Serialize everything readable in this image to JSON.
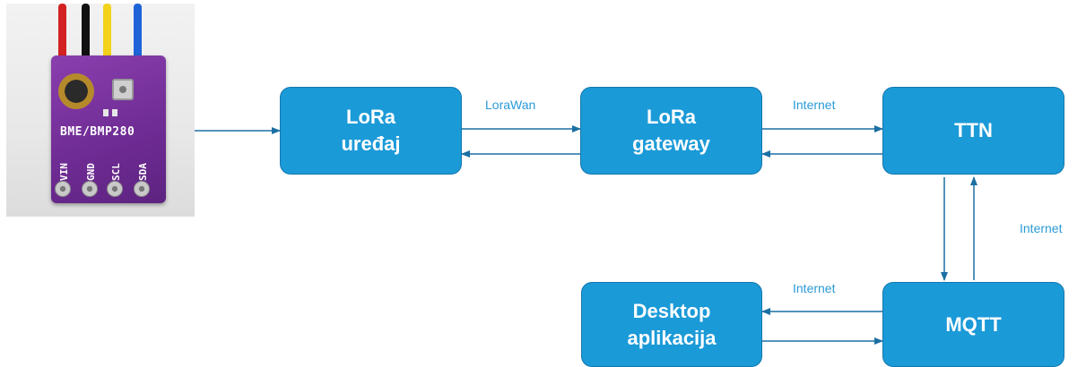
{
  "sensor_photo": {
    "board_label": "BME/BMP280",
    "pins": [
      "VIN",
      "GND",
      "SCL",
      "SDA"
    ],
    "wire_colors": [
      "#d32222",
      "#111111",
      "#f2d21b",
      "#1e64d8"
    ],
    "board_color": "#7a2fa0"
  },
  "nodes": {
    "lora_device": {
      "line1": "LoRa",
      "line2": "uređaj"
    },
    "lora_gateway": {
      "line1": "LoRa",
      "line2": "gateway"
    },
    "ttn": {
      "label": "TTN"
    },
    "mqtt": {
      "label": "MQTT"
    },
    "desktop_app": {
      "line1": "Desktop",
      "line2": "aplikacija"
    }
  },
  "edge_labels": {
    "device_gateway": "LoraWan",
    "gateway_ttn": "Internet",
    "ttn_mqtt": "Internet",
    "mqtt_desktop": "Internet"
  },
  "colors": {
    "node_fill": "#1b9ad8",
    "node_border": "#1577ad",
    "node_text": "#ffffff",
    "arrow": "#1b6fa3",
    "edge_label": "#2a9ad6"
  }
}
